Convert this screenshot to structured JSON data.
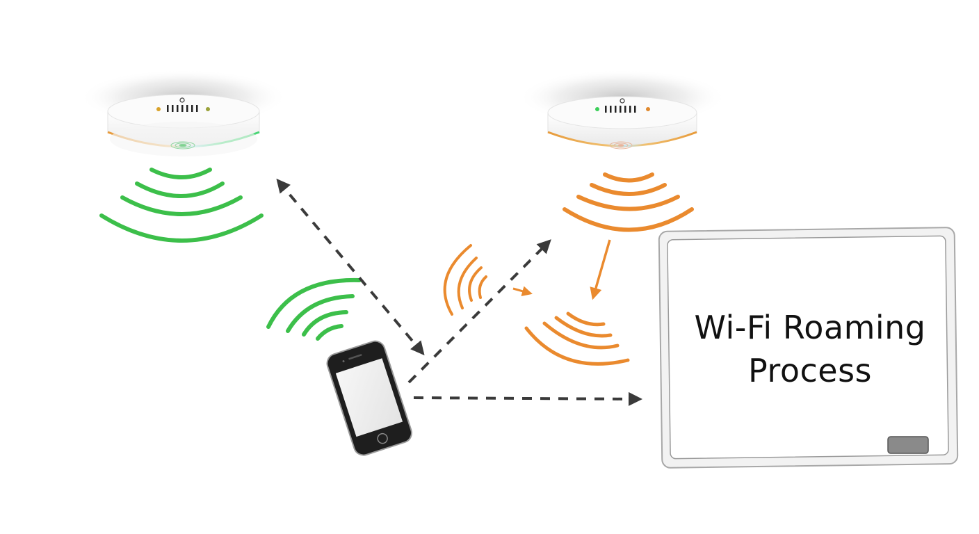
{
  "diagram": {
    "title_line1": "Wi-Fi Roaming",
    "title_line2": "Process",
    "colors": {
      "ap1_signal": "#3cbf4a",
      "ap2_signal": "#ea8a2e",
      "arrow": "#3a3a3a",
      "board_frame": "#c8c8c8",
      "background": "#ffffff"
    },
    "nodes": [
      {
        "id": "access-point-1",
        "type": "ceiling access point",
        "signal_color": "green",
        "led_left": "amber",
        "led_right": "olive-green"
      },
      {
        "id": "access-point-2",
        "type": "ceiling access point",
        "signal_color": "orange",
        "led_left": "green",
        "led_right": "orange"
      },
      {
        "id": "client-phone",
        "type": "smartphone"
      },
      {
        "id": "whiteboard",
        "type": "whiteboard label"
      }
    ],
    "edges": [
      {
        "from": "client-phone",
        "to": "access-point-1",
        "style": "dashed",
        "direction": "bidirectional"
      },
      {
        "from": "client-phone",
        "to": "access-point-2",
        "style": "dashed",
        "direction": "forward"
      },
      {
        "from": "client-phone",
        "to": "whiteboard",
        "style": "dashed",
        "direction": "forward"
      },
      {
        "from": "access-point-2",
        "to": "roaming-signal",
        "style": "solid",
        "direction": "forward"
      }
    ]
  }
}
